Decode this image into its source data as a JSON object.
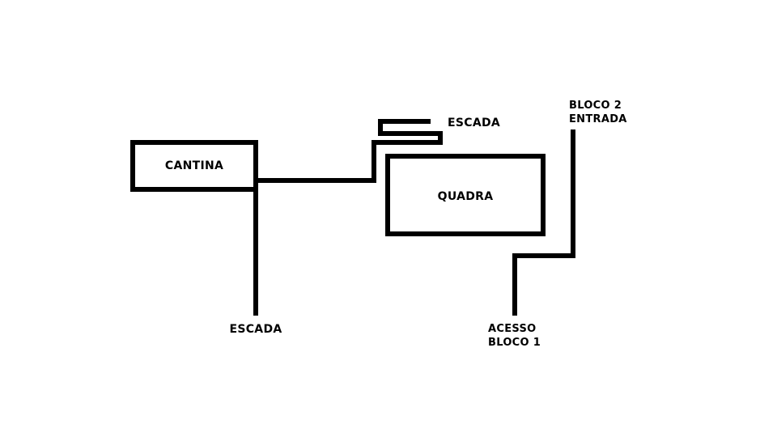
{
  "colors": {
    "background": "#ffffff",
    "line": "#000000"
  },
  "rooms": {
    "cantina": "CANTINA",
    "quadra": "QUADRA"
  },
  "labels": {
    "escada_top": "ESCADA",
    "escada_bottom": "ESCADA",
    "bloco2_line1": "BLOCO 2",
    "bloco2_line2": "ENTRADA",
    "acesso_line1": "ACESSO",
    "acesso_line2": "BLOCO 1"
  }
}
